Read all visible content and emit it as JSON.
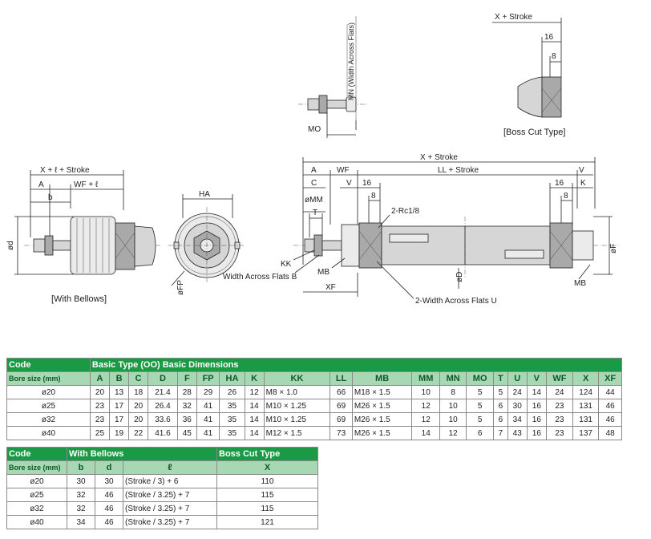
{
  "drawing": {
    "labels": {
      "mn": "MN (Width Across Flats)",
      "mo": "MO",
      "x_stroke": "X + Stroke",
      "d16": "16",
      "d8": "8",
      "boss_caption": "[Boss Cut Type]",
      "bellows_x": "X + ℓ + Stroke",
      "a": "A",
      "b": "b",
      "wf_l": "WF + ℓ",
      "phi_d": "ød",
      "bellows_caption": "[With Bellows]",
      "ha": "HA",
      "phi_fp": "øFP",
      "main_x": "X + Stroke",
      "wf": "WF",
      "ll": "LL + Stroke",
      "v": "V",
      "c": "C",
      "phi_mm": "øMM",
      "t": "T",
      "k": "K",
      "rc": "2-Rc1/8",
      "kk": "KK",
      "wafb": "Width Across Flats B",
      "mb": "MB",
      "xf": "XF",
      "phi_dd": "øD",
      "waf_u": "2-Width Across Flats U",
      "phi_f": "øF"
    }
  },
  "basic_table": {
    "code_label": "Code",
    "title": "Basic Type (OO) Basic Dimensions",
    "bore_label": "Bore size (mm)",
    "columns": [
      "A",
      "B",
      "C",
      "D",
      "F",
      "FP",
      "HA",
      "K",
      "KK",
      "LL",
      "MB",
      "MM",
      "MN",
      "MO",
      "T",
      "U",
      "V",
      "WF",
      "X",
      "XF"
    ],
    "rows": [
      {
        "bore": "ø20",
        "cells": [
          "20",
          "13",
          "18",
          "21.4",
          "28",
          "29",
          "26",
          "12",
          "M8 × 1.0",
          "66",
          "M18 × 1.5",
          "10",
          "8",
          "5",
          "5",
          "24",
          "14",
          "24",
          "124",
          "44"
        ]
      },
      {
        "bore": "ø25",
        "cells": [
          "23",
          "17",
          "20",
          "26.4",
          "32",
          "41",
          "35",
          "14",
          "M10 × 1.25",
          "69",
          "M26 × 1.5",
          "12",
          "10",
          "5",
          "6",
          "30",
          "16",
          "23",
          "131",
          "46"
        ]
      },
      {
        "bore": "ø32",
        "cells": [
          "23",
          "17",
          "20",
          "33.6",
          "36",
          "41",
          "35",
          "14",
          "M10 × 1.25",
          "69",
          "M26 × 1.5",
          "12",
          "10",
          "5",
          "6",
          "34",
          "16",
          "23",
          "131",
          "46"
        ]
      },
      {
        "bore": "ø40",
        "cells": [
          "25",
          "19",
          "22",
          "41.6",
          "45",
          "41",
          "35",
          "14",
          "M12 × 1.5",
          "73",
          "M26 × 1.5",
          "14",
          "12",
          "6",
          "7",
          "43",
          "16",
          "23",
          "137",
          "48"
        ]
      }
    ]
  },
  "bellows_table": {
    "code_label": "Code",
    "bellows_title": "With Bellows",
    "boss_title": "Boss Cut Type",
    "bore_label": "Bore size (mm)",
    "columns": [
      "b",
      "d",
      "ℓ"
    ],
    "boss_column": "X",
    "rows": [
      {
        "bore": "ø20",
        "b": "30",
        "d": "30",
        "l": "(Stroke / 3) + 6",
        "x": "110"
      },
      {
        "bore": "ø25",
        "b": "32",
        "d": "46",
        "l": "(Stroke / 3.25) + 7",
        "x": "115"
      },
      {
        "bore": "ø32",
        "b": "32",
        "d": "46",
        "l": "(Stroke / 3.25) + 7",
        "x": "115"
      },
      {
        "bore": "ø40",
        "b": "34",
        "d": "46",
        "l": "(Stroke / 3.25) + 7",
        "x": "121"
      }
    ]
  }
}
